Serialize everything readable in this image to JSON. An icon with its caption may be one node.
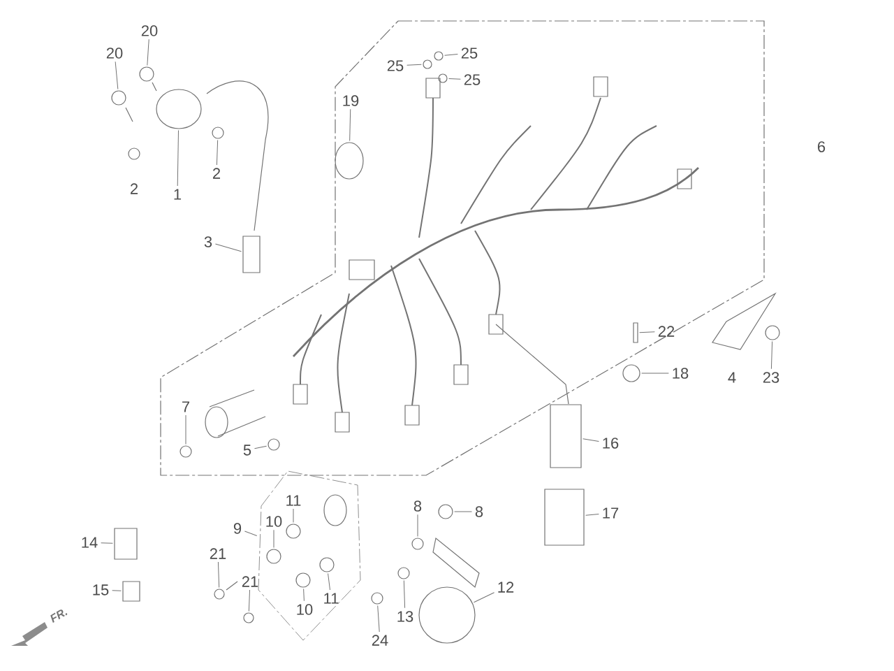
{
  "diagram": {
    "nodes": [
      {
        "text": [
          "20"
        ]
      },
      {
        "text": [
          "20"
        ]
      },
      {
        "text": [
          "1"
        ]
      },
      {
        "text": [
          "2"
        ]
      },
      {
        "text": [
          "3"
        ]
      },
      {
        "text": [
          "19"
        ]
      },
      {
        "text": [
          "25"
        ]
      },
      {
        "text": [
          "25"
        ]
      },
      {
        "text": [
          "25"
        ]
      },
      {
        "text": [
          "22"
        ]
      },
      {
        "text": [
          "18"
        ]
      },
      {
        "text": [
          "23"
        ]
      },
      {
        "text": [
          "16"
        ]
      },
      {
        "text": [
          "17"
        ]
      },
      {
        "text": [
          "7"
        ]
      },
      {
        "text": [
          "5"
        ]
      },
      {
        "text": [],
        "shape": "box"
      },
      {
        "text": [
          "9"
        ]
      },
      {
        "text": [
          "11"
        ],
        "in": 16
      },
      {
        "text": [
          "10"
        ],
        "in": 16
      },
      {
        "text": [
          "21"
        ]
      },
      {
        "text": [
          "21"
        ]
      },
      {
        "text": [
          "10"
        ],
        "in": 16
      },
      {
        "text": [
          "11"
        ],
        "in": 16
      },
      {
        "text": [
          "8"
        ]
      },
      {
        "text": [
          "8"
        ]
      },
      {
        "text": [
          "12"
        ]
      },
      {
        "text": [
          "13"
        ]
      },
      {
        "text": [
          "24"
        ]
      },
      {
        "text": [
          "14"
        ]
      },
      {
        "text": [
          "15"
        ]
      },
      {
        "text": [],
        "shape": "circle"
      },
      {
        "text": [],
        "shape": "circle"
      },
      {
        "text": [],
        "shape": "circle"
      },
      {
        "text": [],
        "shape": "circle"
      },
      {
        "text": [],
        "shape": "box"
      },
      {
        "text": [],
        "shape": "circle"
      },
      {
        "text": [],
        "shape": "circle"
      },
      {
        "text": [],
        "shape": "circle"
      },
      {
        "text": [],
        "shape": "circle"
      },
      {
        "text": [],
        "shape": "box"
      },
      {
        "text": [],
        "shape": "circle"
      },
      {
        "text": [],
        "shape": "circle"
      },
      {
        "text": [],
        "shape": "box"
      },
      {
        "text": [],
        "shape": "box"
      },
      {
        "text": [],
        "shape": "circle"
      },
      {
        "text": [],
        "shape": "circle"
      },
      {
        "text": [],
        "shape": "circle",
        "in": 16
      },
      {
        "text": [],
        "shape": "circle",
        "in": 16
      },
      {
        "text": [],
        "shape": "circle"
      },
      {
        "text": [],
        "shape": "circle"
      },
      {
        "text": [],
        "shape": "circle",
        "in": 16
      },
      {
        "text": [],
        "shape": "circle",
        "in": 16
      },
      {
        "text": [],
        "shape": "circle"
      },
      {
        "text": [],
        "shape": "circle"
      },
      {
        "text": [],
        "shape": "circle"
      },
      {
        "text": [],
        "shape": "circle"
      },
      {
        "text": [],
        "shape": "circle"
      },
      {
        "text": [],
        "shape": "box"
      },
      {
        "text": [],
        "shape": "box"
      }
    ],
    "edges": [
      {
        "from": 0,
        "to": 31,
        "arrow": "none"
      },
      {
        "from": 1,
        "to": 32,
        "arrow": "none"
      },
      {
        "from": 2,
        "to": 33,
        "arrow": "none"
      },
      {
        "from": 3,
        "to": 34,
        "arrow": "none"
      },
      {
        "from": 4,
        "to": 35,
        "arrow": "none"
      },
      {
        "from": 5,
        "to": 36,
        "arrow": "none"
      },
      {
        "from": 6,
        "to": 37,
        "arrow": "none"
      },
      {
        "from": 7,
        "to": 38,
        "arrow": "none"
      },
      {
        "from": 8,
        "to": 39,
        "arrow": "none"
      },
      {
        "from": 9,
        "to": 40,
        "arrow": "none"
      },
      {
        "from": 10,
        "to": 41,
        "arrow": "none"
      },
      {
        "from": 11,
        "to": 42,
        "arrow": "none"
      },
      {
        "from": 12,
        "to": 43,
        "arrow": "none"
      },
      {
        "from": 13,
        "to": 44,
        "arrow": "none"
      },
      {
        "from": 14,
        "to": 45,
        "arrow": "none"
      },
      {
        "from": 15,
        "to": 46,
        "arrow": "none"
      },
      {
        "from": 17,
        "to": 16,
        "arrow": "none"
      },
      {
        "from": 18,
        "to": 47,
        "arrow": "none"
      },
      {
        "from": 19,
        "to": 48,
        "arrow": "none"
      },
      {
        "from": 20,
        "to": 49,
        "arrow": "none"
      },
      {
        "from": 21,
        "to": 50,
        "arrow": "none"
      },
      {
        "from": 22,
        "to": 51,
        "arrow": "none"
      },
      {
        "from": 23,
        "to": 52,
        "arrow": "none"
      },
      {
        "from": 24,
        "to": 53,
        "arrow": "none"
      },
      {
        "from": 25,
        "to": 54,
        "arrow": "none"
      },
      {
        "from": 26,
        "to": 55,
        "arrow": "none"
      },
      {
        "from": 27,
        "to": 56,
        "arrow": "none"
      },
      {
        "from": 28,
        "to": 57,
        "arrow": "none"
      },
      {
        "from": 29,
        "to": 58,
        "arrow": "none"
      },
      {
        "from": 30,
        "to": 59,
        "arrow": "none"
      }
    ],
    "labels": [
      "2",
      "6",
      "4",
      "FR."
    ]
  }
}
